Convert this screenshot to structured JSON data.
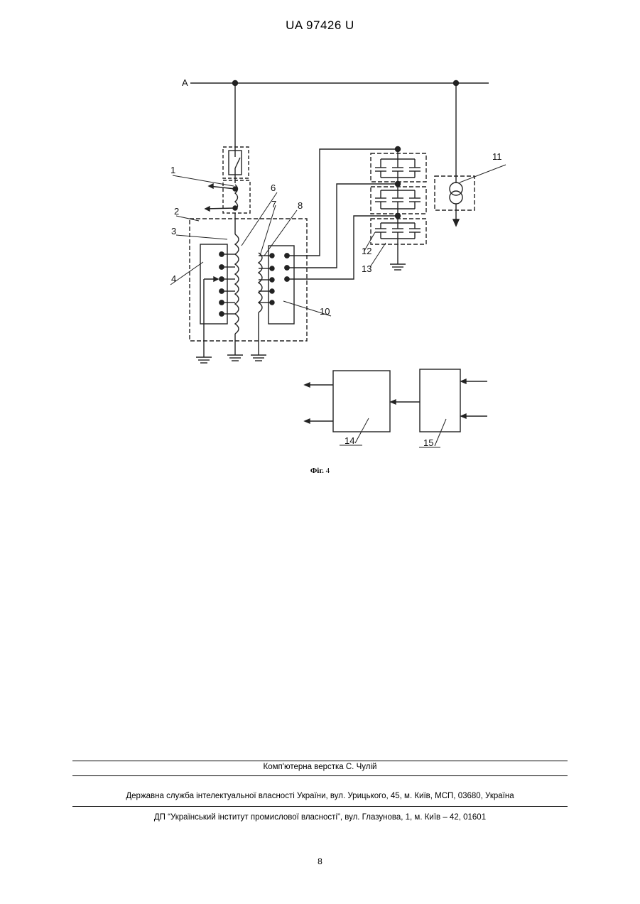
{
  "header": {
    "doc_number": "UA   97426   U"
  },
  "figure": {
    "caption_prefix": "Фіг.",
    "caption_number": "4",
    "line_label": "A",
    "labels": [
      "1",
      "2",
      "3",
      "4",
      "6",
      "7",
      "8",
      "10",
      "11",
      "12",
      "13",
      "14",
      "15"
    ]
  },
  "footer": {
    "typesetting": "Комп'ютерна верстка С. Чулій",
    "agency": "Державна служба інтелектуальної власності України, вул. Урицького, 45, м. Київ, МСП, 03680, Україна",
    "institute": "ДП “Український інститут промислової власності”, вул. Глазунова, 1, м. Київ – 42, 01601"
  },
  "page_number": "8"
}
